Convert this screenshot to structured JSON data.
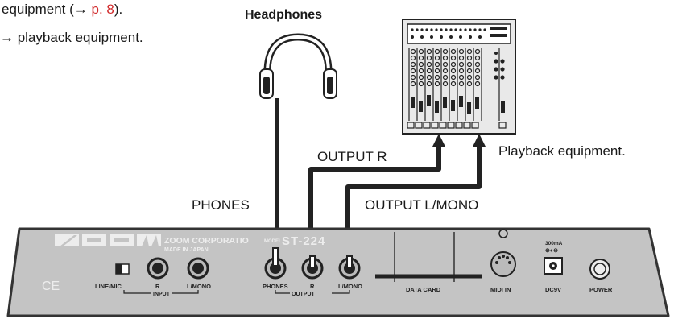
{
  "intro": {
    "line1_prefix": "equipment (",
    "line1_arrow": "→",
    "line1_link": "p. 8",
    "line1_suffix": ").",
    "line2": "→ playback equipment."
  },
  "labels": {
    "headphones": "Headphones",
    "playback": "Playback equipment.",
    "output_r": "OUTPUT R",
    "output_lmono": "OUTPUT L/MONO",
    "phones": "PHONES"
  },
  "panel": {
    "logo": "ZOOM",
    "corp": "ZOOM CORPORATIO",
    "made_in": "MADE IN JAPAN",
    "model_prefix": "MODEL",
    "model": "ST-224",
    "ce": "CE",
    "line_mic": "LINE/MIC",
    "input_r": "R",
    "input_lmono": "L/MONO",
    "input": "INPUT",
    "phones": "PHONES",
    "output_r": "R",
    "output_lmono": "L/MONO",
    "output": "OUTPUT",
    "data_card": "DATA CARD",
    "midi_in": "MIDI IN",
    "current": "300mA",
    "polarity": "⊕◐⊖",
    "dc9v": "DC9V",
    "power": "POWER"
  },
  "colors": {
    "panel_fill": "#c4c4c4",
    "panel_stroke": "#333333",
    "logo_fill": "#ededed",
    "link": "#d1292b"
  }
}
